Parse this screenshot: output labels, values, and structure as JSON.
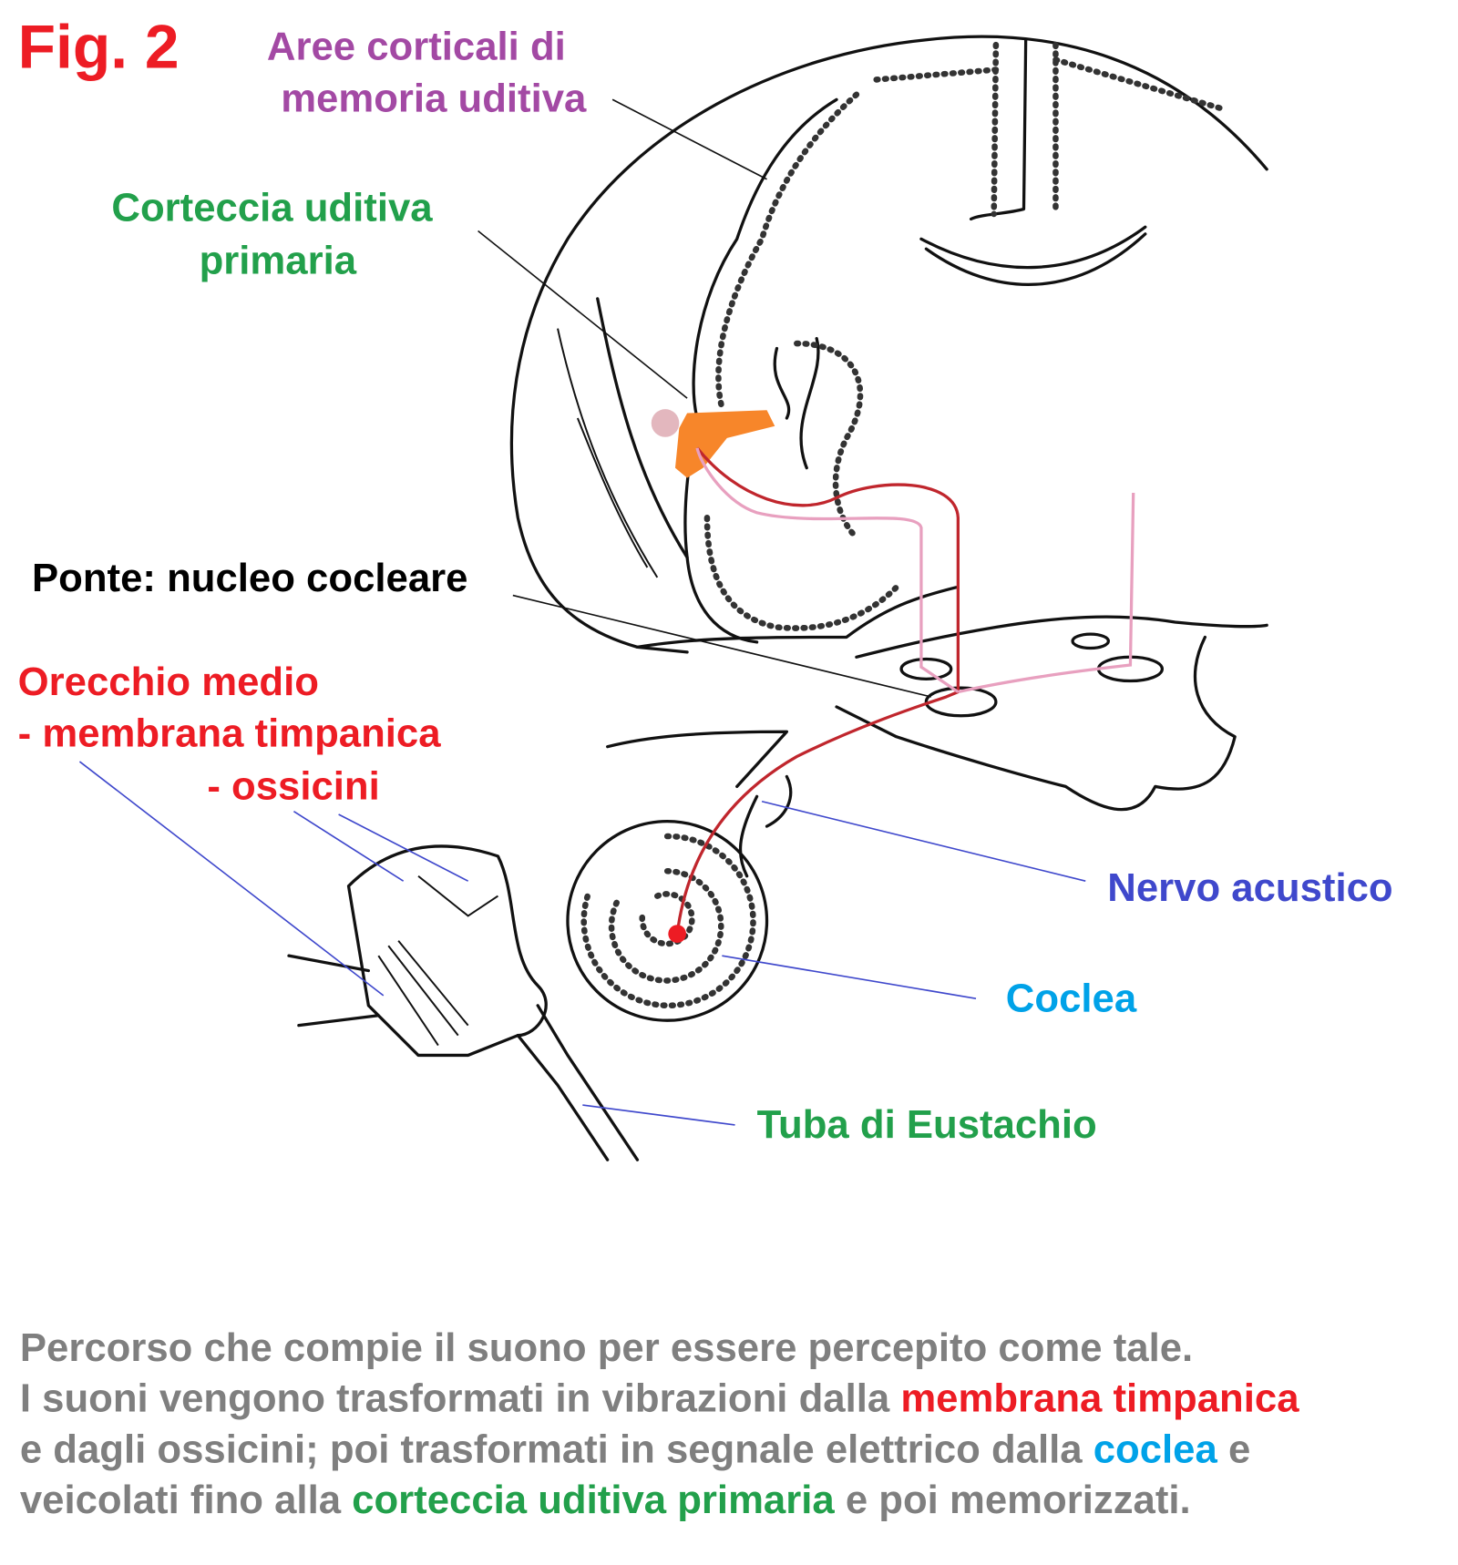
{
  "figure_label": "Fig. 2",
  "labels": {
    "memory_areas": [
      "Aree corticali di",
      "memoria uditiva"
    ],
    "primary_cortex": [
      "Corteccia uditiva",
      "primaria"
    ],
    "pons": "Ponte: nucleo cocleare",
    "middle_ear": [
      "Orecchio medio",
      "- membrana timpanica",
      "- ossicini"
    ],
    "acoustic_nerve": "Nervo acustico",
    "cochlea": "Coclea",
    "eustachian_tube": "Tuba di Eustachio"
  },
  "caption": {
    "line1": "Percorso che compie il suono per essere percepito come tale.",
    "line2": [
      "I suoni vengono trasformati in vibrazioni dalla ",
      "membrana timpanica"
    ],
    "line3": [
      "e dagli ossicini; poi trasformati in segnale elettrico dalla ",
      "coclea",
      " e"
    ],
    "line4": [
      "veicolati fino alla ",
      "corteccia uditiva primaria",
      " e poi memorizzati."
    ]
  },
  "colors": {
    "red": "#ed1c24",
    "purple": "#a349a4",
    "green": "#22a04b",
    "navy": "#3f48cc",
    "cyan": "#00a2e8",
    "gray": "#7f7f7f",
    "pathway_dark": "#c0262d",
    "pathway_light": "#e8a0bf",
    "cortex_highlight": "#f7862a"
  }
}
